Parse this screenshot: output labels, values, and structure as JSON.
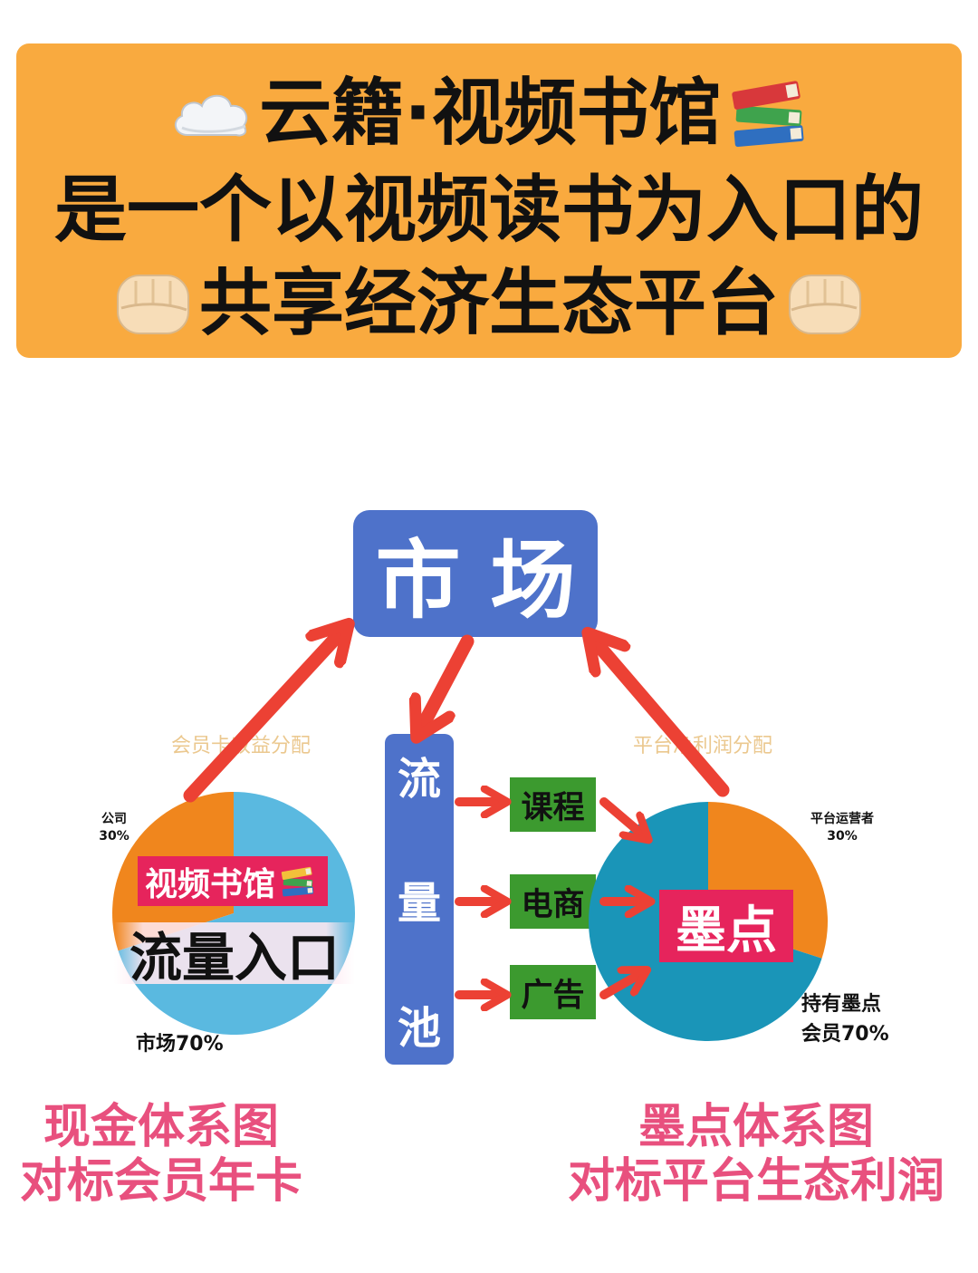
{
  "header": {
    "title_line1": "云籍·视频书馆",
    "title_line2": "是一个以视频读书为入口的",
    "title_line3": "共享经济生态平台",
    "icons": {
      "line1_left": "cloud-icon",
      "line1_right": "books-icon",
      "line3_left": "fist-icon",
      "line3_right": "fist-icon"
    }
  },
  "market": {
    "label": "市 场"
  },
  "traffic_pool": {
    "chars": [
      "流",
      "量",
      "池"
    ]
  },
  "channels": [
    {
      "label": "课程"
    },
    {
      "label": "电商"
    },
    {
      "label": "广告"
    }
  ],
  "cash_system": {
    "tag": "视频书馆",
    "tag_icon": "books-icon",
    "caption": "流量入口",
    "footer_line1": "现金体系图",
    "footer_line2": "对标会员年卡"
  },
  "ink_system": {
    "tag": "墨点",
    "footer_line1": "墨点体系图",
    "footer_line2": "对标平台生态利润"
  },
  "chart_data": [
    {
      "type": "pie",
      "title": "会员卡收益分配",
      "slices": [
        {
          "value": 30,
          "label_lines": [
            "公司",
            "30%"
          ],
          "color": "#F0861D"
        },
        {
          "value": 70,
          "label_lines": [
            "市场70%"
          ],
          "color": "#5AB9E0"
        }
      ]
    },
    {
      "type": "pie",
      "title": "平台净利润分配",
      "slices": [
        {
          "value": 30,
          "label_lines": [
            "平台运营者",
            "30%"
          ],
          "color": "#F0861D"
        },
        {
          "value": 70,
          "label_lines": [
            "持有墨点",
            "会员70%"
          ],
          "color": "#1A95B8"
        }
      ]
    }
  ],
  "colors": {
    "header_bg": "#F9AA3F",
    "block_blue": "#4E72CA",
    "channel_green": "#3C9A2F",
    "tag_pink": "#E6245C",
    "arrow_red": "#EC4134",
    "footer_pink": "#E8507E",
    "faded_title": "#EBC88F"
  }
}
